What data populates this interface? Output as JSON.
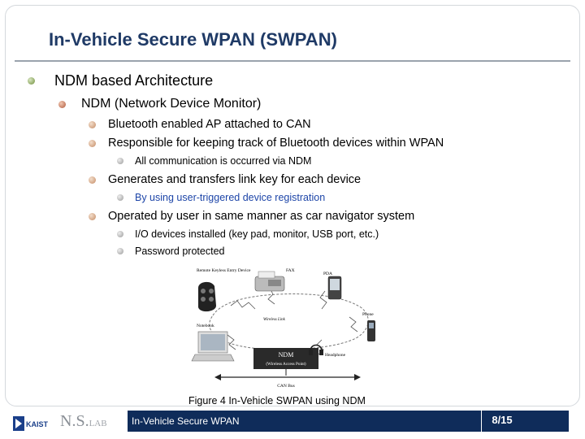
{
  "title": "In-Vehicle Secure WPAN (SWPAN)",
  "bullets": {
    "b1": "NDM based Architecture",
    "b2": "NDM (Network Device Monitor)",
    "b3": "Bluetooth enabled AP attached to CAN",
    "b4": "Responsible for keeping track of Bluetooth devices within WPAN",
    "b5": "All communication is occurred via NDM",
    "b6": "Generates and transfers link key for each device",
    "b7": "By using user-triggered device registration",
    "b8": "Operated by user in same manner as car navigator system",
    "b9": "I/O devices installed (key pad, monitor, USB port, etc.)",
    "b10": "Password protected"
  },
  "figure": {
    "labels": {
      "remote": "Remote Keyless Entry Device",
      "fax": "FAX",
      "pda": "PDA",
      "phone": "Phone",
      "notebook": "Notebook",
      "wireless_link": "Wireless Link",
      "ndm": "NDM",
      "ndm_sub": "(Wireless Access Point)",
      "headphone": "Headphone",
      "can_bus": "CAN Bus"
    },
    "caption": "Figure 4 In-Vehicle SWPAN using NDM"
  },
  "footer": {
    "logo_kaist": "KAIST",
    "logo_ns": "N.S.",
    "logo_lab": "LAB",
    "title": "In-Vehicle Secure WPAN",
    "page": "8/15"
  },
  "colors": {
    "title": "#1f3a66",
    "footer_bar": "#0f2c5a",
    "sub_bullet_text": "#1d45a8"
  }
}
